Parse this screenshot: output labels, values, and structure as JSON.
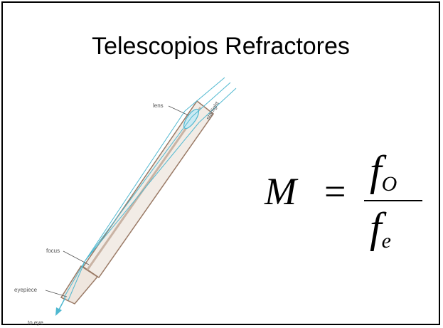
{
  "slide": {
    "title": "Telescopios Refractores"
  },
  "diagram": {
    "labels": {
      "lens": "lens",
      "starlight": "starlight",
      "focus": "focus",
      "eyepiece": "eyepiece",
      "to_eye": "to eye"
    }
  },
  "formula": {
    "lhs": "M",
    "equals": "=",
    "numerator": "f",
    "numerator_sub": "O",
    "denominator": "f",
    "denominator_sub": "e"
  },
  "colors": {
    "tube_outline": "#9a7a66",
    "tube_fill": "#f2ece6",
    "light_ray": "#4fb8d0"
  }
}
